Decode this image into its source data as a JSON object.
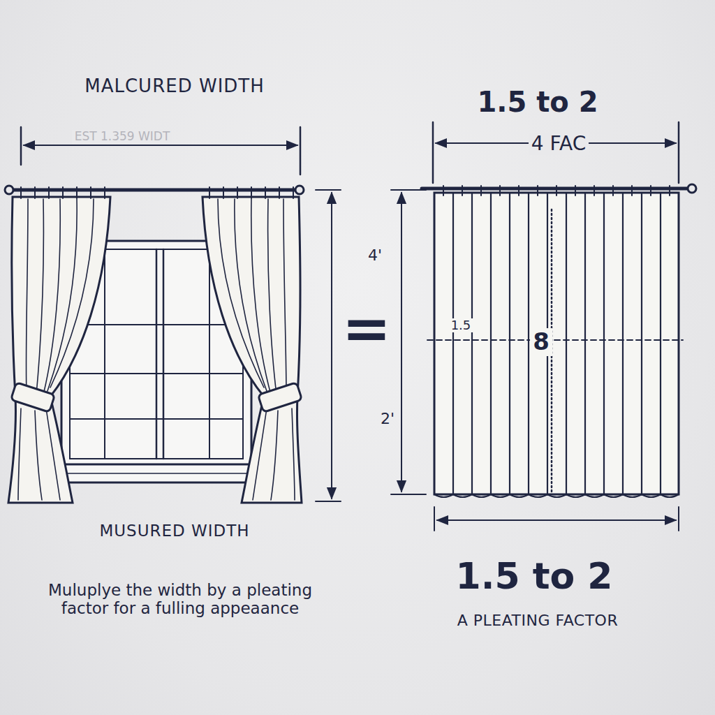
{
  "diagram": {
    "labels": [
      "MALCURED WIDTH",
      "EST 1.359 WIDT",
      "1.5 to 2",
      "4 FAC",
      "4'",
      "1.5",
      "8",
      "2'",
      "=",
      "MUSURED WIDTH",
      "Muluplye the width by a pleating factor for a fulling appeaance",
      "1.5 to 2",
      "A PLEATING FACTOR"
    ]
  }
}
